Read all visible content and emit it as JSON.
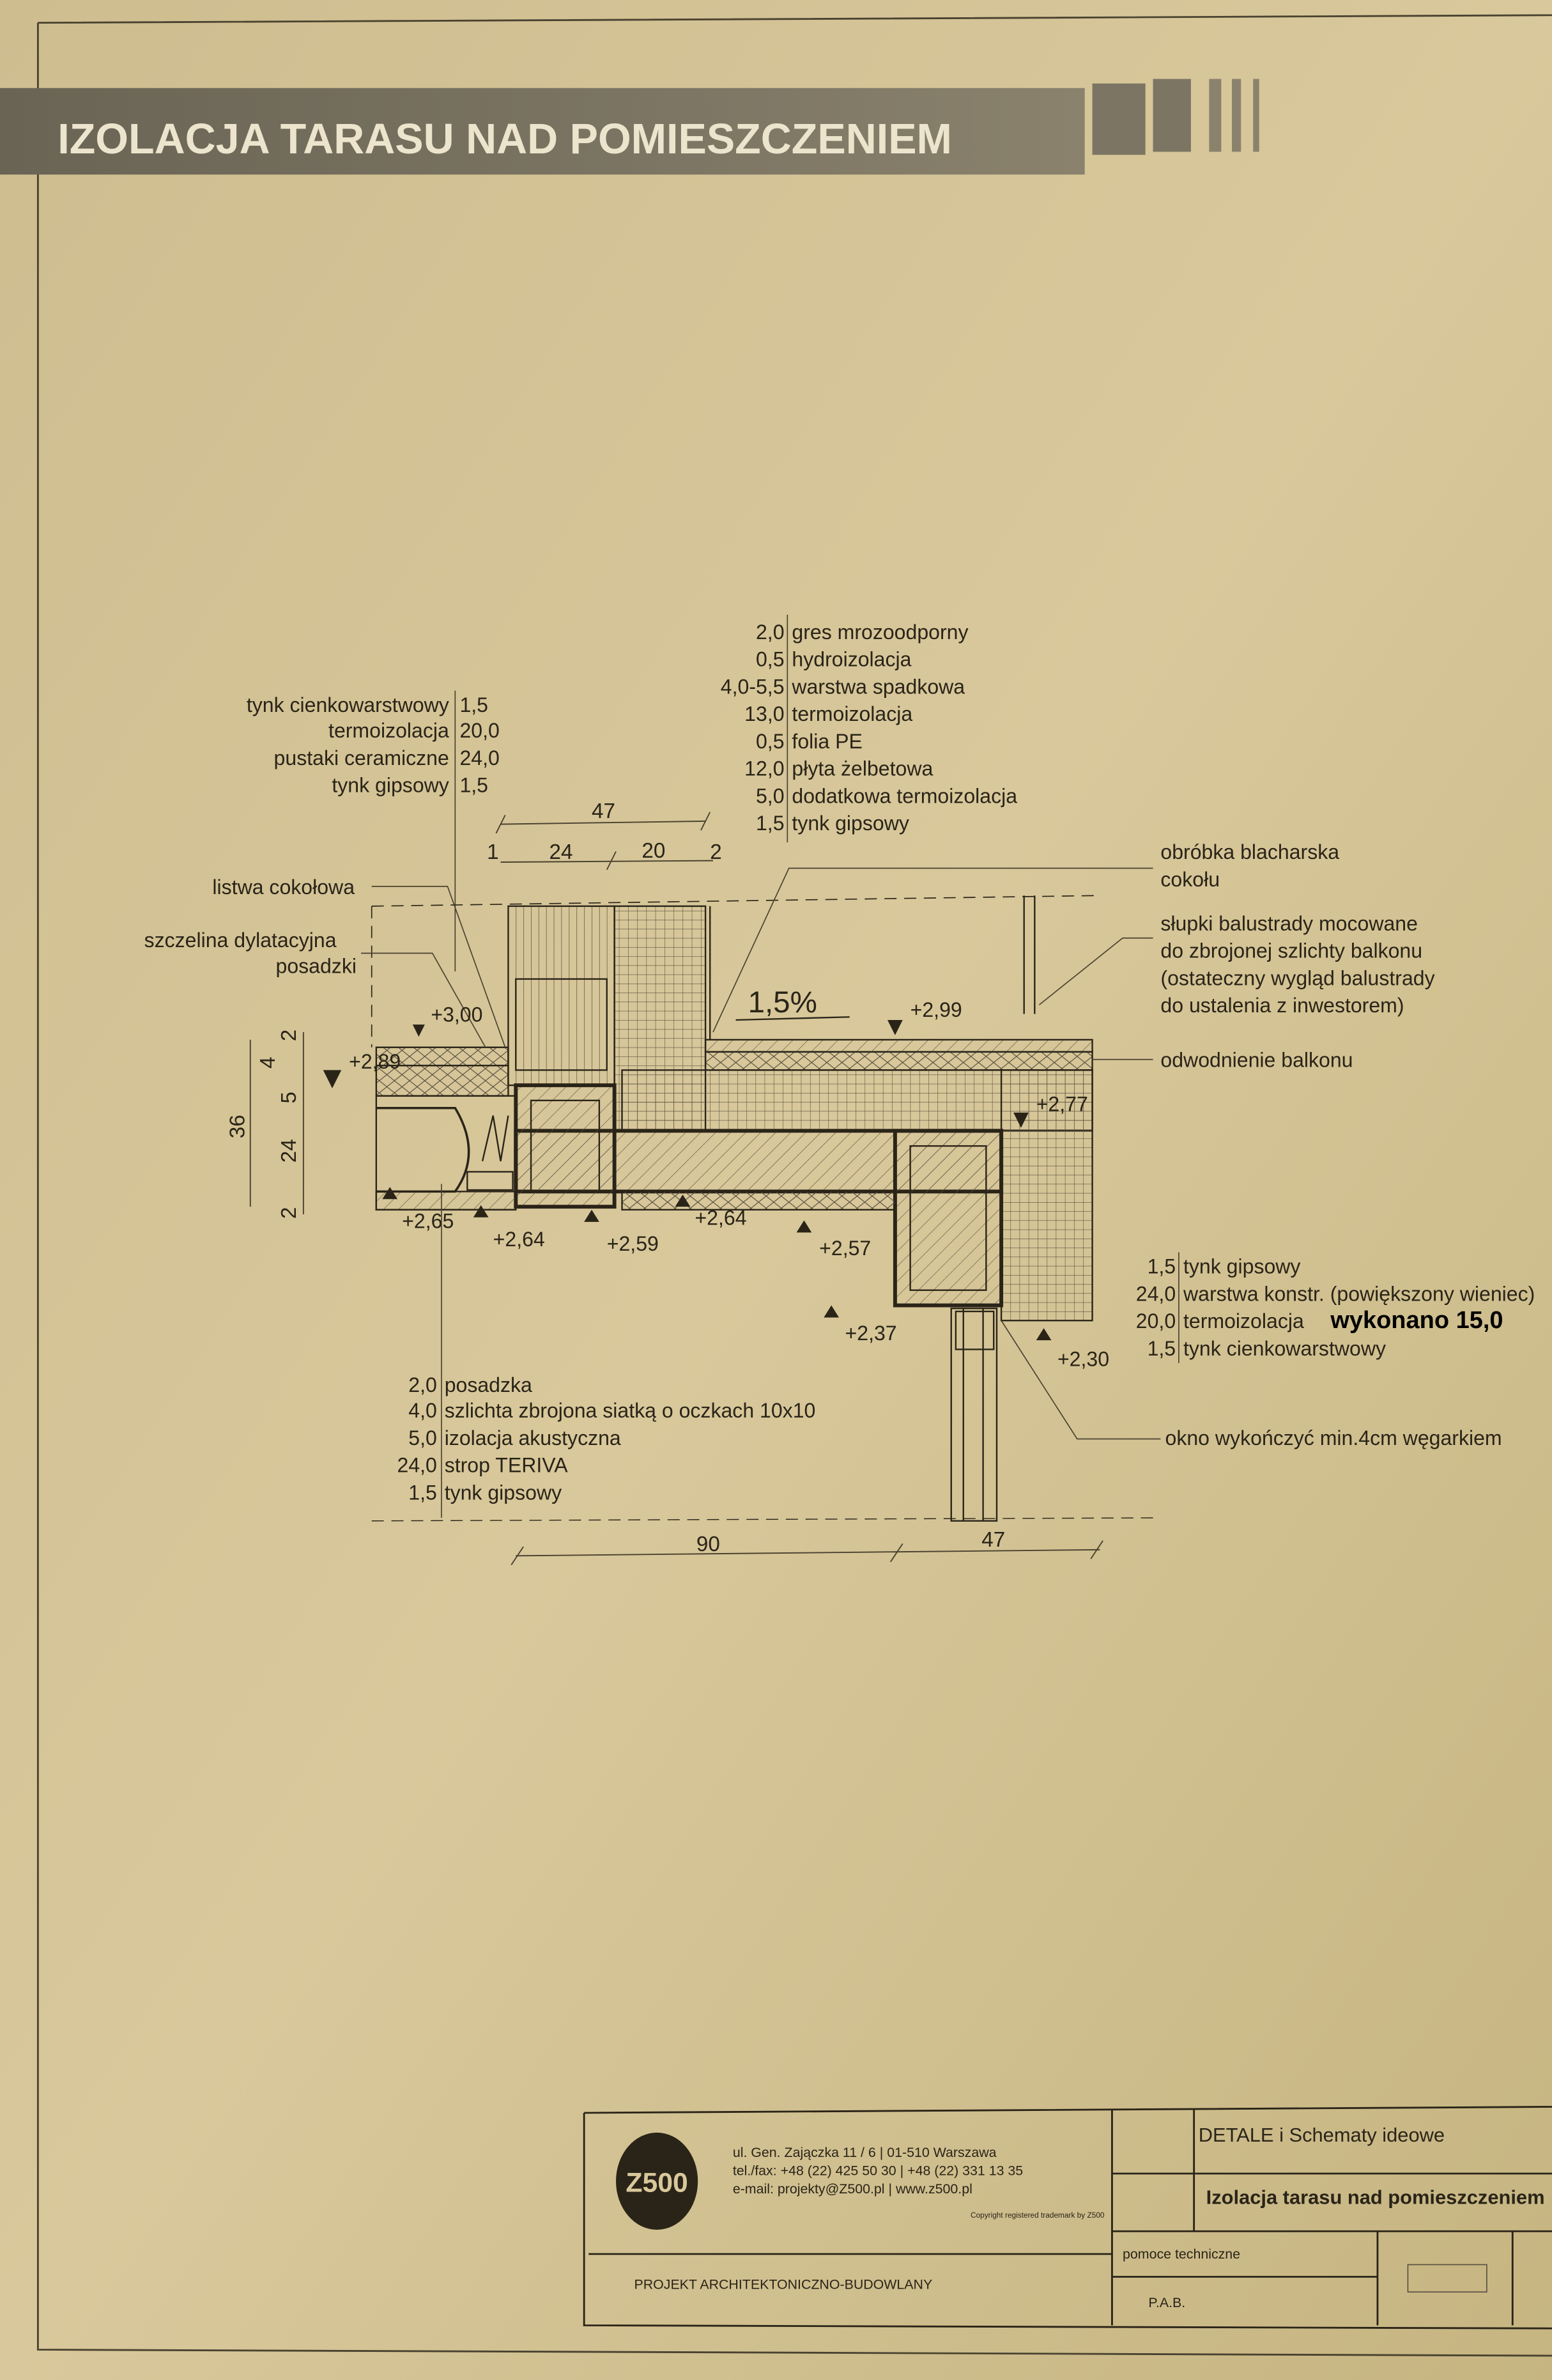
{
  "title": "IZOLACJA TARASU NAD POMIESZCZENIEM",
  "wall_layers": [
    {
      "name": "tynk cienkowarstwowy",
      "value": "1,5"
    },
    {
      "name": "termoizolacja",
      "value": "20,0"
    },
    {
      "name": "pustaki ceramiczne",
      "value": "24,0"
    },
    {
      "name": "tynk gipsowy",
      "value": "1,5"
    }
  ],
  "terrace_layers": [
    {
      "value": "2,0",
      "name": "gres mrozoodporny"
    },
    {
      "value": "0,5",
      "name": "hydroizolacja"
    },
    {
      "value": "4,0-5,5",
      "name": "warstwa spadkowa"
    },
    {
      "value": "13,0",
      "name": "termoizolacja"
    },
    {
      "value": "0,5",
      "name": "folia PE"
    },
    {
      "value": "12,0",
      "name": "płyta żelbetowa"
    },
    {
      "value": "5,0",
      "name": "dodatkowa termoizolacja"
    },
    {
      "value": "1,5",
      "name": "tynk gipsowy"
    }
  ],
  "floor_layers": [
    {
      "value": "2,0",
      "name": "posadzka"
    },
    {
      "value": "4,0",
      "name": "szlichta zbrojona siatką o oczkach 10x10"
    },
    {
      "value": "5,0",
      "name": "izolacja akustyczna"
    },
    {
      "value": "24,0",
      "name": "strop TERIVA"
    },
    {
      "value": "1,5",
      "name": "tynk gipsowy"
    }
  ],
  "beam_layers": [
    {
      "value": "1,5",
      "name": "tynk gipsowy"
    },
    {
      "value": "24,0",
      "name": "warstwa konstr. (powiększony wieniec)"
    },
    {
      "value": "20,0",
      "name": "termoizolacja"
    },
    {
      "value": "1,5",
      "name": "tynk cienkowarstwowy"
    }
  ],
  "handwritten_note": "wykonano 15,0",
  "callouts": {
    "listwa": "listwa cokołowa",
    "szczelina_1": "szczelina dylatacyjna",
    "szczelina_2": "posadzki",
    "obrobka_1": "obróbka blacharska",
    "obrobka_2": "cokołu",
    "slupki_1": "słupki balustrady mocowane",
    "slupki_2": "do zbrojonej szlichty balkonu",
    "slupki_3": "(ostateczny wygląd balustrady",
    "slupki_4": "do ustalenia z inwestorem)",
    "odwodnienie": "odwodnienie balkonu",
    "okno": "okno wykończyć min.4cm węgarkiem"
  },
  "slope": "1,5%",
  "elevations": [
    "+3,00",
    "+2,89",
    "+2,99",
    "+2,77",
    "+2,65",
    "+2,64",
    "+2,59",
    "+2,64",
    "+2,57",
    "+2,37",
    "+2,30"
  ],
  "dimensions": {
    "top_total": "47",
    "top_1": "1",
    "top_2": "24",
    "top_3": "20",
    "top_4": "2",
    "bottom_1": "90",
    "bottom_2": "47",
    "vert_total": "36",
    "vert_1": "2",
    "vert_2": "4",
    "vert_3": "5",
    "vert_4": "24",
    "vert_5": "2"
  },
  "title_block": {
    "logo": "Z500",
    "address_1": "ul. Gen. Zajączka 11 / 6  |  01-510 Warszawa",
    "address_2": "tel./fax: +48 (22) 425 50 30  |  +48 (22) 331 13 35",
    "address_3": "e-mail: projekty@Z500.pl  |  www.z500.pl",
    "copyright": "Copyright registered trademark by Z500",
    "project_type": "PROJEKT ARCHITEKTONICZNO-BUDOWLANY",
    "section": "DETALE i Schematy ideowe",
    "drawing": "Izolacja tarasu nad pomieszczeniem",
    "category": "pomoce techniczne",
    "author": "P.A.B."
  }
}
